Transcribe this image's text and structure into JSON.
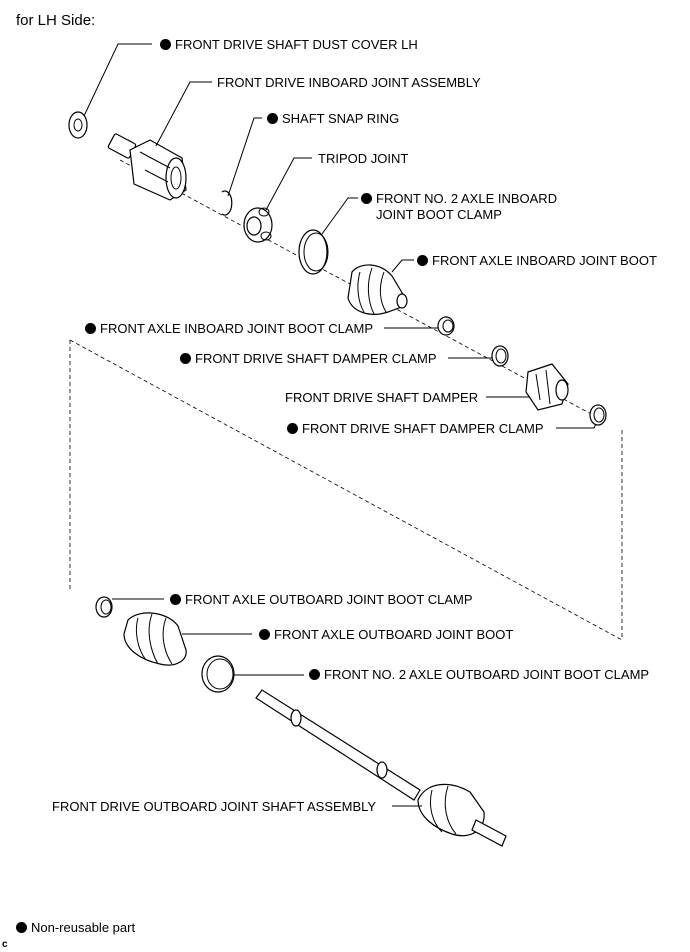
{
  "title": "for LH Side:",
  "labels": {
    "dust_cover": "FRONT DRIVE SHAFT DUST COVER LH",
    "inboard_joint": "FRONT DRIVE INBOARD JOINT ASSEMBLY",
    "snap_ring": "SHAFT SNAP RING",
    "tripod": "TRIPOD JOINT",
    "no2_inboard_clamp_1": "FRONT NO. 2 AXLE INBOARD",
    "no2_inboard_clamp_2": "JOINT BOOT CLAMP",
    "inboard_boot": "FRONT AXLE INBOARD JOINT BOOT",
    "inboard_boot_clamp": "FRONT AXLE INBOARD JOINT BOOT CLAMP",
    "damper_clamp_1": "FRONT DRIVE SHAFT DAMPER CLAMP",
    "damper": "FRONT DRIVE SHAFT DAMPER",
    "damper_clamp_2": "FRONT DRIVE SHAFT DAMPER CLAMP",
    "outboard_boot_clamp": "FRONT AXLE OUTBOARD JOINT BOOT CLAMP",
    "outboard_boot": "FRONT AXLE OUTBOARD JOINT BOOT",
    "no2_outboard_clamp": "FRONT NO. 2 AXLE OUTBOARD JOINT BOOT CLAMP",
    "outboard_shaft": "FRONT DRIVE OUTBOARD JOINT SHAFT ASSEMBLY"
  },
  "legend": "Non-reusable part",
  "corner_mark": "c"
}
